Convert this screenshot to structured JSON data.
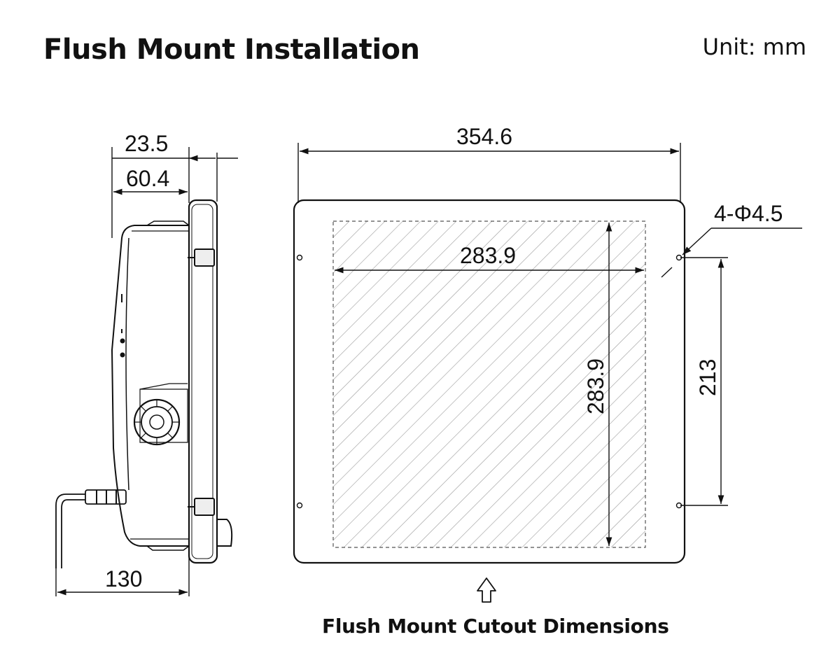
{
  "title": "Flush Mount Installation",
  "unit_label": "Unit: mm",
  "caption": "Flush Mount Cutout Dimensions",
  "side_view": {
    "dim_top_1": "23.5",
    "dim_top_2": "60.4",
    "dim_bottom": "130"
  },
  "cutout_view": {
    "dim_overall_width": "354.6",
    "dim_cutout_width": "283.9",
    "dim_cutout_height": "283.9",
    "dim_hole_spacing": "213",
    "dim_holes": "4-Φ4.5"
  }
}
